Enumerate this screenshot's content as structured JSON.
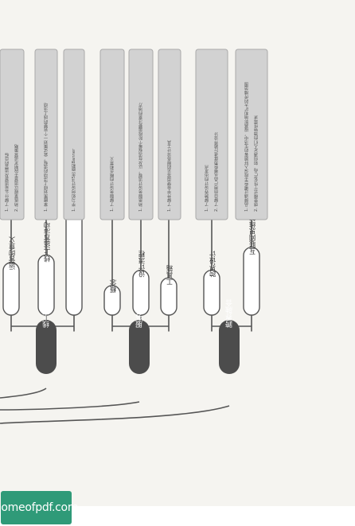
{
  "watermark": "homeofpdf.com",
  "colors": {
    "primary": "#4c4c4c",
    "line": "#555555",
    "box_fill": "#d2d2d2",
    "box_border": "#a9a9a9",
    "secondary_fill": "#ffffff"
  },
  "mindmap": {
    "groups": [
      {
        "id": "g1",
        "title": "线上运营",
        "children": [
          {
            "label": "运营的意义",
            "details": [
              "1. 了解什么是运营及运营的目标",
              "2. 熟练掌握以运营手段制定运营策略"
            ]
          },
          {
            "label": "线上运营活动",
            "details": [
              "1. 掌握策划线上活动的流程，尝试策划一个完整的线上活动"
            ]
          },
          {
            "label": "H5页面和Banner设计",
            "details": [
              "1. 学习如何设计H5页面和Banner"
            ]
          }
        ]
      },
      {
        "id": "g2",
        "title": "服务设计",
        "children": [
          {
            "label": "概念",
            "details": [
              "1. 了解服务设计的概念和意义"
            ]
          },
          {
            "label": "设计流程",
            "details": [
              "1. 熟悉服务设计流程，以及在流程每个阶段需要注意的地方"
            ]
          },
          {
            "label": "工具箱",
            "details": [
              "1. 了解并学会使用常见的服务设计工具"
            ]
          }
        ]
      },
      {
        "id": "g3",
        "title": "跨界融合",
        "children": [
          {
            "label": "跨界设计",
            "details": [
              "1. 了解跨界设计的出发点",
              "2. 了解目前用户品从哪些角度进行跨界设计"
            ]
          },
          {
            "label": "互联网思维转换",
            "details": [
              "1. 品牌通过哪些手段深入好顾客的生活中，提高影响和扩大的传播范围",
              "2. 感受模式个性化产品，如何满足人们的独特性需求"
            ]
          }
        ]
      }
    ]
  }
}
